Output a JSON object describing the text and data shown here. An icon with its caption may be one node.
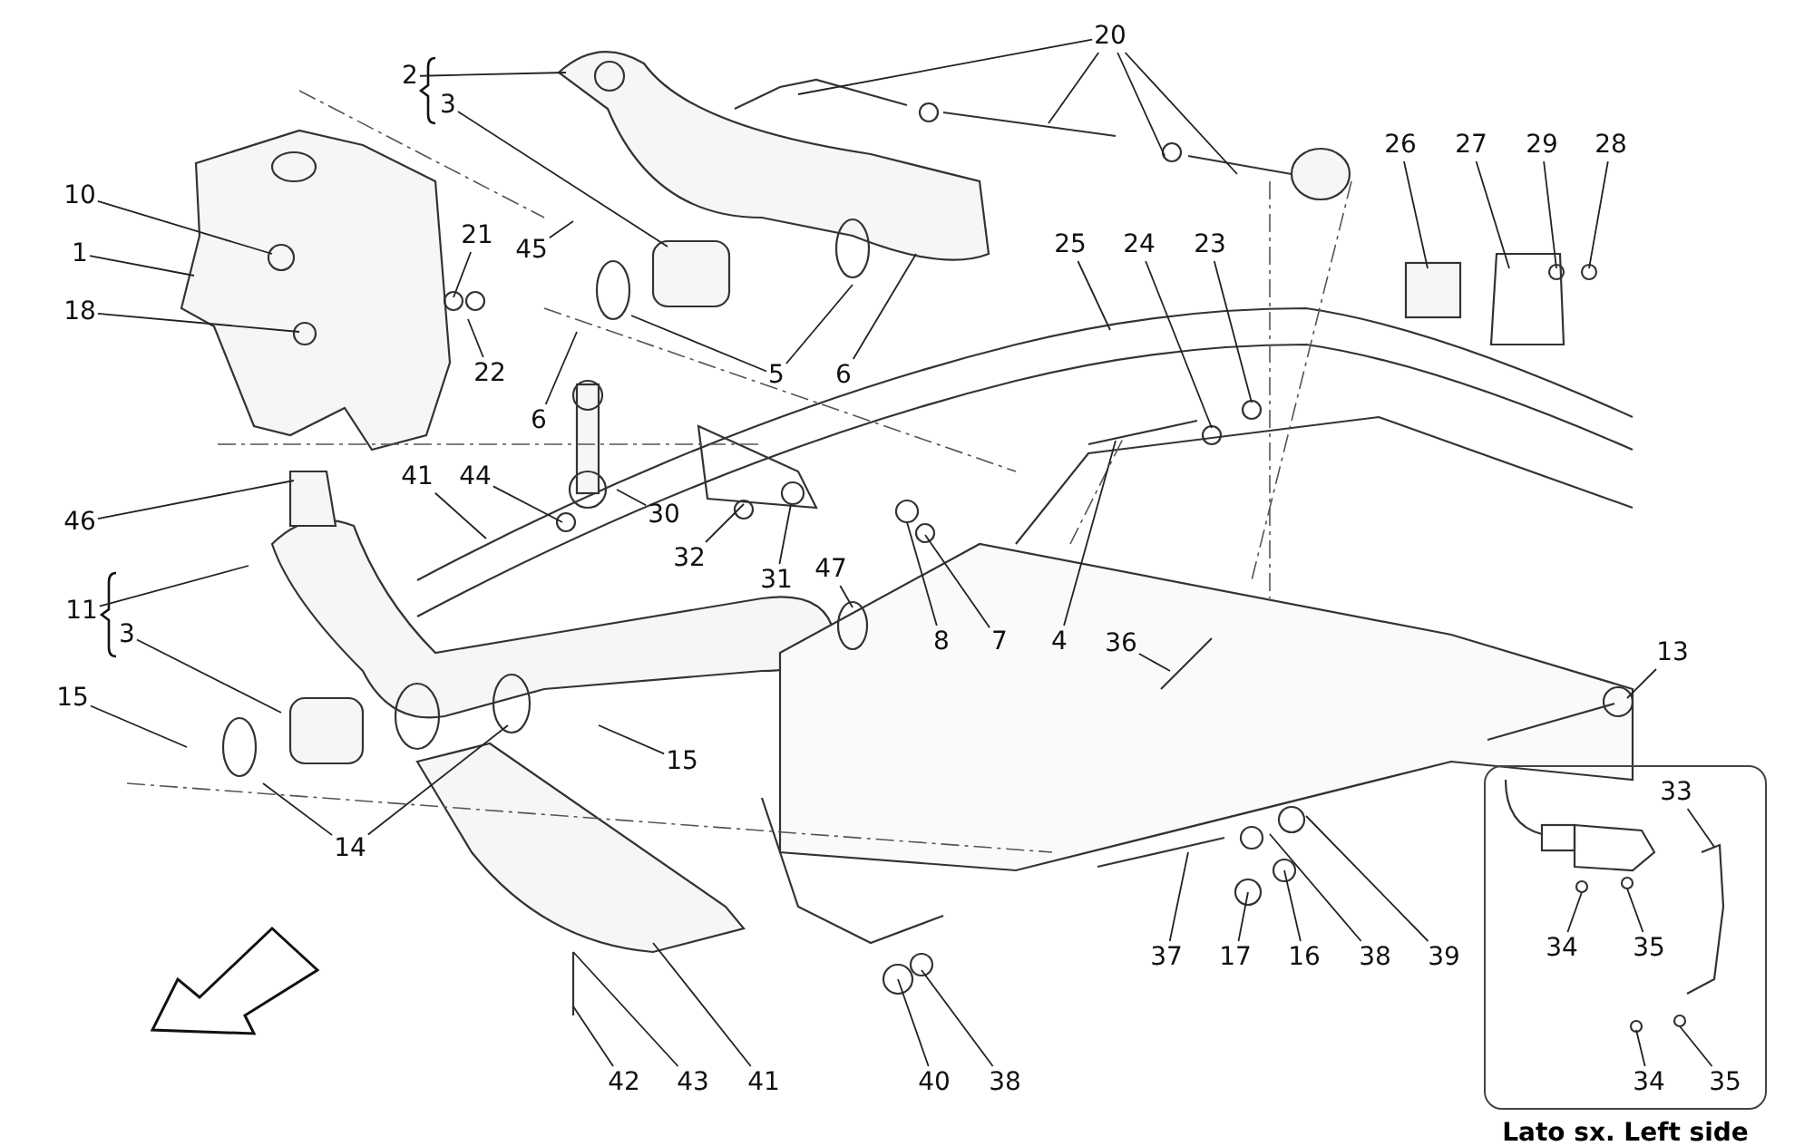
{
  "diagram": {
    "nodes": [
      {
        "text": [
          "Lato sx. Left side"
        ]
      },
      {
        "text": [
          "2"
        ]
      },
      {
        "text": [
          "3"
        ]
      },
      {
        "text": [
          "20"
        ]
      },
      {
        "text": [
          "10"
        ]
      },
      {
        "text": [
          "1"
        ]
      },
      {
        "text": [
          "21"
        ]
      },
      {
        "text": [
          "45"
        ]
      },
      {
        "text": [
          "18"
        ]
      },
      {
        "text": [
          "26"
        ]
      },
      {
        "text": [
          "27"
        ]
      },
      {
        "text": [
          "29"
        ]
      },
      {
        "text": [
          "28"
        ]
      },
      {
        "text": [
          "25"
        ]
      },
      {
        "text": [
          "24"
        ]
      },
      {
        "text": [
          "23"
        ]
      },
      {
        "text": [
          "5"
        ]
      },
      {
        "text": [
          "6"
        ]
      },
      {
        "text": [
          "6"
        ]
      },
      {
        "text": [
          "22"
        ]
      },
      {
        "text": [
          "46"
        ]
      },
      {
        "text": [
          "41"
        ]
      },
      {
        "text": [
          "44"
        ]
      },
      {
        "text": [
          "30"
        ]
      },
      {
        "text": [
          "32"
        ]
      },
      {
        "text": [
          "31"
        ]
      },
      {
        "text": [
          "47"
        ]
      },
      {
        "text": [
          "11"
        ]
      },
      {
        "text": [
          "3"
        ]
      },
      {
        "text": [
          "8"
        ]
      },
      {
        "text": [
          "7"
        ]
      },
      {
        "text": [
          "4"
        ]
      },
      {
        "text": [
          "36"
        ]
      },
      {
        "text": [
          "13"
        ]
      },
      {
        "text": [
          "15"
        ]
      },
      {
        "text": [
          "15"
        ]
      },
      {
        "text": [
          "14"
        ]
      },
      {
        "text": [
          "37"
        ]
      },
      {
        "text": [
          "17"
        ]
      },
      {
        "text": [
          "16"
        ]
      },
      {
        "text": [
          "38"
        ]
      },
      {
        "text": [
          "39"
        ]
      },
      {
        "text": [
          "33"
        ],
        "in": 0
      },
      {
        "text": [
          "34"
        ],
        "in": 0
      },
      {
        "text": [
          "35"
        ],
        "in": 0
      },
      {
        "text": [
          "34"
        ],
        "in": 0
      },
      {
        "text": [
          "35"
        ],
        "in": 0
      },
      {
        "text": [
          "42"
        ]
      },
      {
        "text": [
          "43"
        ]
      },
      {
        "text": [
          "41"
        ]
      },
      {
        "text": [
          "40"
        ]
      },
      {
        "text": [
          "38"
        ]
      }
    ],
    "edges": [
      {
        "from": 1,
        "to": null,
        "arrow": "none"
      },
      {
        "from": 2,
        "to": null,
        "arrow": "none"
      },
      {
        "from": 3,
        "to": null,
        "arrow": "none"
      },
      {
        "from": 3,
        "to": null,
        "arrow": "none"
      },
      {
        "from": 3,
        "to": null,
        "arrow": "none"
      },
      {
        "from": 3,
        "to": null,
        "arrow": "none"
      },
      {
        "from": 4,
        "to": null,
        "arrow": "none"
      },
      {
        "from": 5,
        "to": null,
        "arrow": "none"
      },
      {
        "from": 6,
        "to": null,
        "arrow": "none"
      },
      {
        "from": 7,
        "to": null,
        "arrow": "none"
      },
      {
        "from": 8,
        "to": null,
        "arrow": "none"
      },
      {
        "from": 9,
        "to": null,
        "arrow": "none"
      },
      {
        "from": 10,
        "to": null,
        "arrow": "none"
      },
      {
        "from": 11,
        "to": null,
        "arrow": "none"
      },
      {
        "from": 12,
        "to": null,
        "arrow": "none"
      },
      {
        "from": 13,
        "to": null,
        "arrow": "none"
      },
      {
        "from": 14,
        "to": null,
        "arrow": "none"
      },
      {
        "from": 15,
        "to": null,
        "arrow": "none"
      },
      {
        "from": 16,
        "to": null,
        "arrow": "none"
      },
      {
        "from": 16,
        "to": null,
        "arrow": "none"
      },
      {
        "from": 17,
        "to": null,
        "arrow": "none"
      },
      {
        "from": 18,
        "to": null,
        "arrow": "none"
      },
      {
        "from": 19,
        "to": null,
        "arrow": "none"
      },
      {
        "from": 20,
        "to": null,
        "arrow": "none"
      },
      {
        "from": 21,
        "to": null,
        "arrow": "none"
      },
      {
        "from": 22,
        "to": null,
        "arrow": "none"
      },
      {
        "from": 23,
        "to": null,
        "arrow": "none"
      },
      {
        "from": 24,
        "to": null,
        "arrow": "none"
      },
      {
        "from": 25,
        "to": null,
        "arrow": "none"
      },
      {
        "from": 26,
        "to": null,
        "arrow": "none"
      },
      {
        "from": 27,
        "to": null,
        "arrow": "none"
      },
      {
        "from": 28,
        "to": null,
        "arrow": "none"
      },
      {
        "from": 29,
        "to": null,
        "arrow": "none"
      },
      {
        "from": 30,
        "to": null,
        "arrow": "none"
      },
      {
        "from": 31,
        "to": null,
        "arrow": "none"
      },
      {
        "from": 32,
        "to": null,
        "arrow": "none"
      },
      {
        "from": 33,
        "to": null,
        "arrow": "none"
      },
      {
        "from": 34,
        "to": null,
        "arrow": "none"
      },
      {
        "from": 35,
        "to": null,
        "arrow": "none"
      },
      {
        "from": 36,
        "to": null,
        "arrow": "none"
      },
      {
        "from": 36,
        "to": null,
        "arrow": "none"
      },
      {
        "from": 37,
        "to": null,
        "arrow": "none"
      },
      {
        "from": 38,
        "to": null,
        "arrow": "none"
      },
      {
        "from": 39,
        "to": null,
        "arrow": "none"
      },
      {
        "from": 40,
        "to": null,
        "arrow": "none"
      },
      {
        "from": 41,
        "to": null,
        "arrow": "none"
      },
      {
        "from": 42,
        "to": null,
        "arrow": "none"
      },
      {
        "from": 43,
        "to": null,
        "arrow": "none"
      },
      {
        "from": 44,
        "to": null,
        "arrow": "none"
      },
      {
        "from": 45,
        "to": null,
        "arrow": "none"
      },
      {
        "from": 46,
        "to": null,
        "arrow": "none"
      },
      {
        "from": 47,
        "to": null,
        "arrow": "none"
      },
      {
        "from": 48,
        "to": null,
        "arrow": "none"
      },
      {
        "from": 49,
        "to": null,
        "arrow": "none"
      },
      {
        "from": 50,
        "to": null,
        "arrow": "none"
      },
      {
        "from": 51,
        "to": null,
        "arrow": "none"
      }
    ]
  }
}
